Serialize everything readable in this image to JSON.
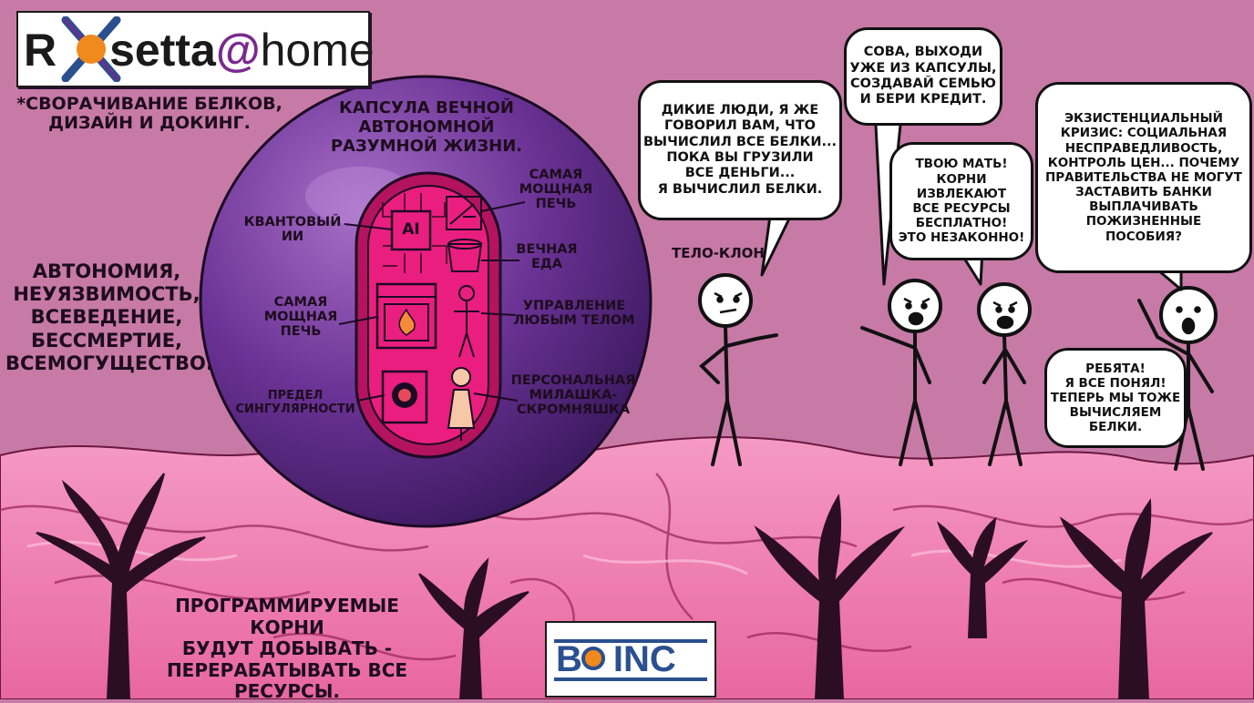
{
  "logos": {
    "rosetta": {
      "r": "R",
      "rest": "setta",
      "at": "@",
      "home": "home"
    },
    "boinc": {
      "b": "B",
      "rest": "INC"
    }
  },
  "texts": {
    "protein_note": "*СВОРАЧИВАНИЕ БЕЛКОВ,\nДИЗАЙН И ДОКИНГ.",
    "powers": "АВТОНОМИЯ,\nНЕУЯЗВИМОСТЬ,\nВСЕВЕДЕНИЕ,\nБЕССМЕРТИЕ,\nВСЕМОГУЩЕСТВО.",
    "roots": "ПРОГРАММИРУЕМЫЕ КОРНИ\nБУДУТ ДОБЫВАТЬ -\nПЕРЕРАБАТЫВАТЬ ВСЕ\nРЕСУРСЫ.",
    "clone_label": "ТЕЛО-КЛОН"
  },
  "capsule": {
    "title": "КАПСУЛА ВЕЧНОЙ\nАВТОНОМНОЙ\nРАЗУМНОЙ ЖИЗНИ.",
    "ai_chip": "AI",
    "labels": {
      "quantum_ai": "КВАНТОВЫЙ\nИИ",
      "oven_top": "САМАЯ\nМОЩНАЯ\nПЕЧЬ",
      "eternal_food": "ВЕЧНАЯ\nЕДА",
      "oven_left": "САМАЯ\nМОЩНАЯ\nПЕЧЬ",
      "body_control": "УПРАВЛЕНИЕ\nЛЮБЫМ ТЕЛОМ",
      "singularity": "ПРЕДЕЛ\nСИНГУЛЯРНОСТИ",
      "cutie": "ПЕРСОНАЛЬНАЯ\nМИЛАШКА-\nСКРОМНЯШКА"
    }
  },
  "bubbles": {
    "wild_people": "ДИКИЕ ЛЮДИ, Я ЖЕ\nГОВОРИЛ ВАМ, ЧТО\nВЫЧИСЛИЛ ВСЕ БЕЛКИ...\nПОКА ВЫ ГРУЗИЛИ\nВСЕ ДЕНЬГИ...\nЯ ВЫЧИСЛИЛ БЕЛКИ.",
    "owl": "СОВА, ВЫХОДИ\nУЖЕ ИЗ КАПСУЛЫ,\nСОЗДАВАЙ СЕМЬЮ\nИ БЕРИ КРЕДИТ.",
    "mother": "ТВОЮ МАТЬ!\nКОРНИ ИЗВЛЕКАЮТ\nВСЕ РЕСУРСЫ\nБЕСПЛАТНО!\nЭТО НЕЗАКОННО!",
    "crisis": "ЭКЗИСТЕНЦИАЛЬНЫЙ\nКРИЗИС: СОЦИАЛЬНАЯ\nНЕСПРАВЕДЛИВОСТЬ,\nКОНТРОЛЬ ЦЕН... ПОЧЕМУ\nПРАВИТЕЛЬСТВА НЕ МОГУТ\nЗАСТАВИТЬ БАНКИ\nВЫПЛАЧИВАТЬ\nПОЖИЗНЕННЫЕ\nПОСОБИЯ?",
    "guys": "РЕБЯТА!\nЯ ВСЕ ПОНЯЛ!\nТЕПЕРЬ МЫ ТОЖЕ\nВЫЧИСЛЯЕМ\nБЕЛКИ."
  },
  "colors": {
    "sky": "#c77aa6",
    "ground": "#ef7fb4",
    "sphere": "#5a2a80",
    "capsule": "#ea1e7e",
    "ink": "#1d0c1d",
    "logo_orange": "#f08a1c",
    "logo_blue": "#2b4f8f"
  }
}
